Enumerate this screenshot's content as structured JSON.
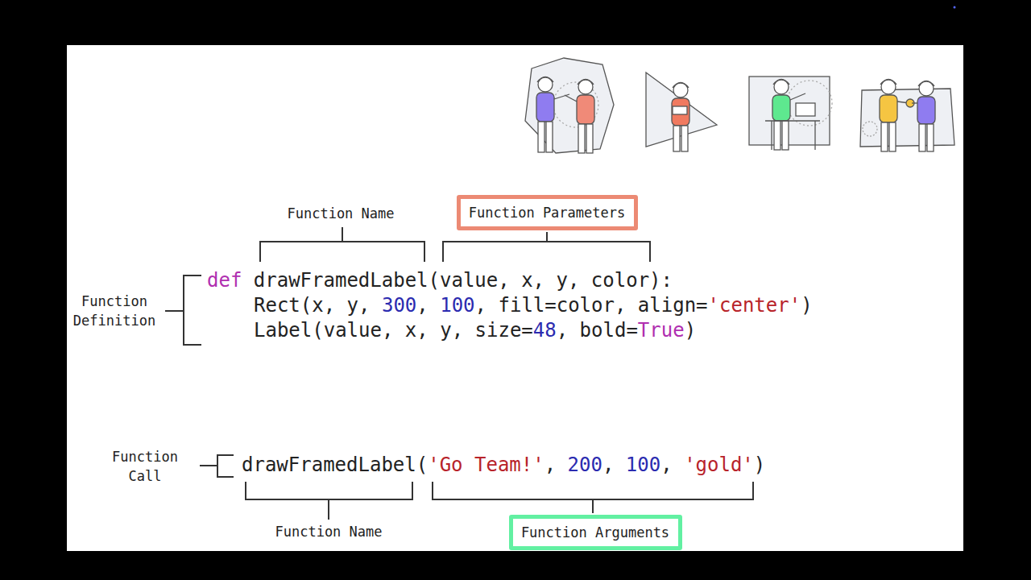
{
  "diagram": {
    "nodes": [
      {
        "text": [
          "Function Parameters"
        ]
      },
      {
        "text": [
          "Function Arguments"
        ]
      }
    ],
    "labels": [
      "Function Name",
      "Function Definition",
      "def drawFramedLabel(value, x, y, color):",
      "Rect(x, y, 300, 100, fill=color, align='center')",
      "Label(value, x, y, size=48, bold=True)",
      "Function Call",
      "drawFramedLabel('Go Team!', 200, 100, 'gold')",
      "Function Name"
    ]
  }
}
